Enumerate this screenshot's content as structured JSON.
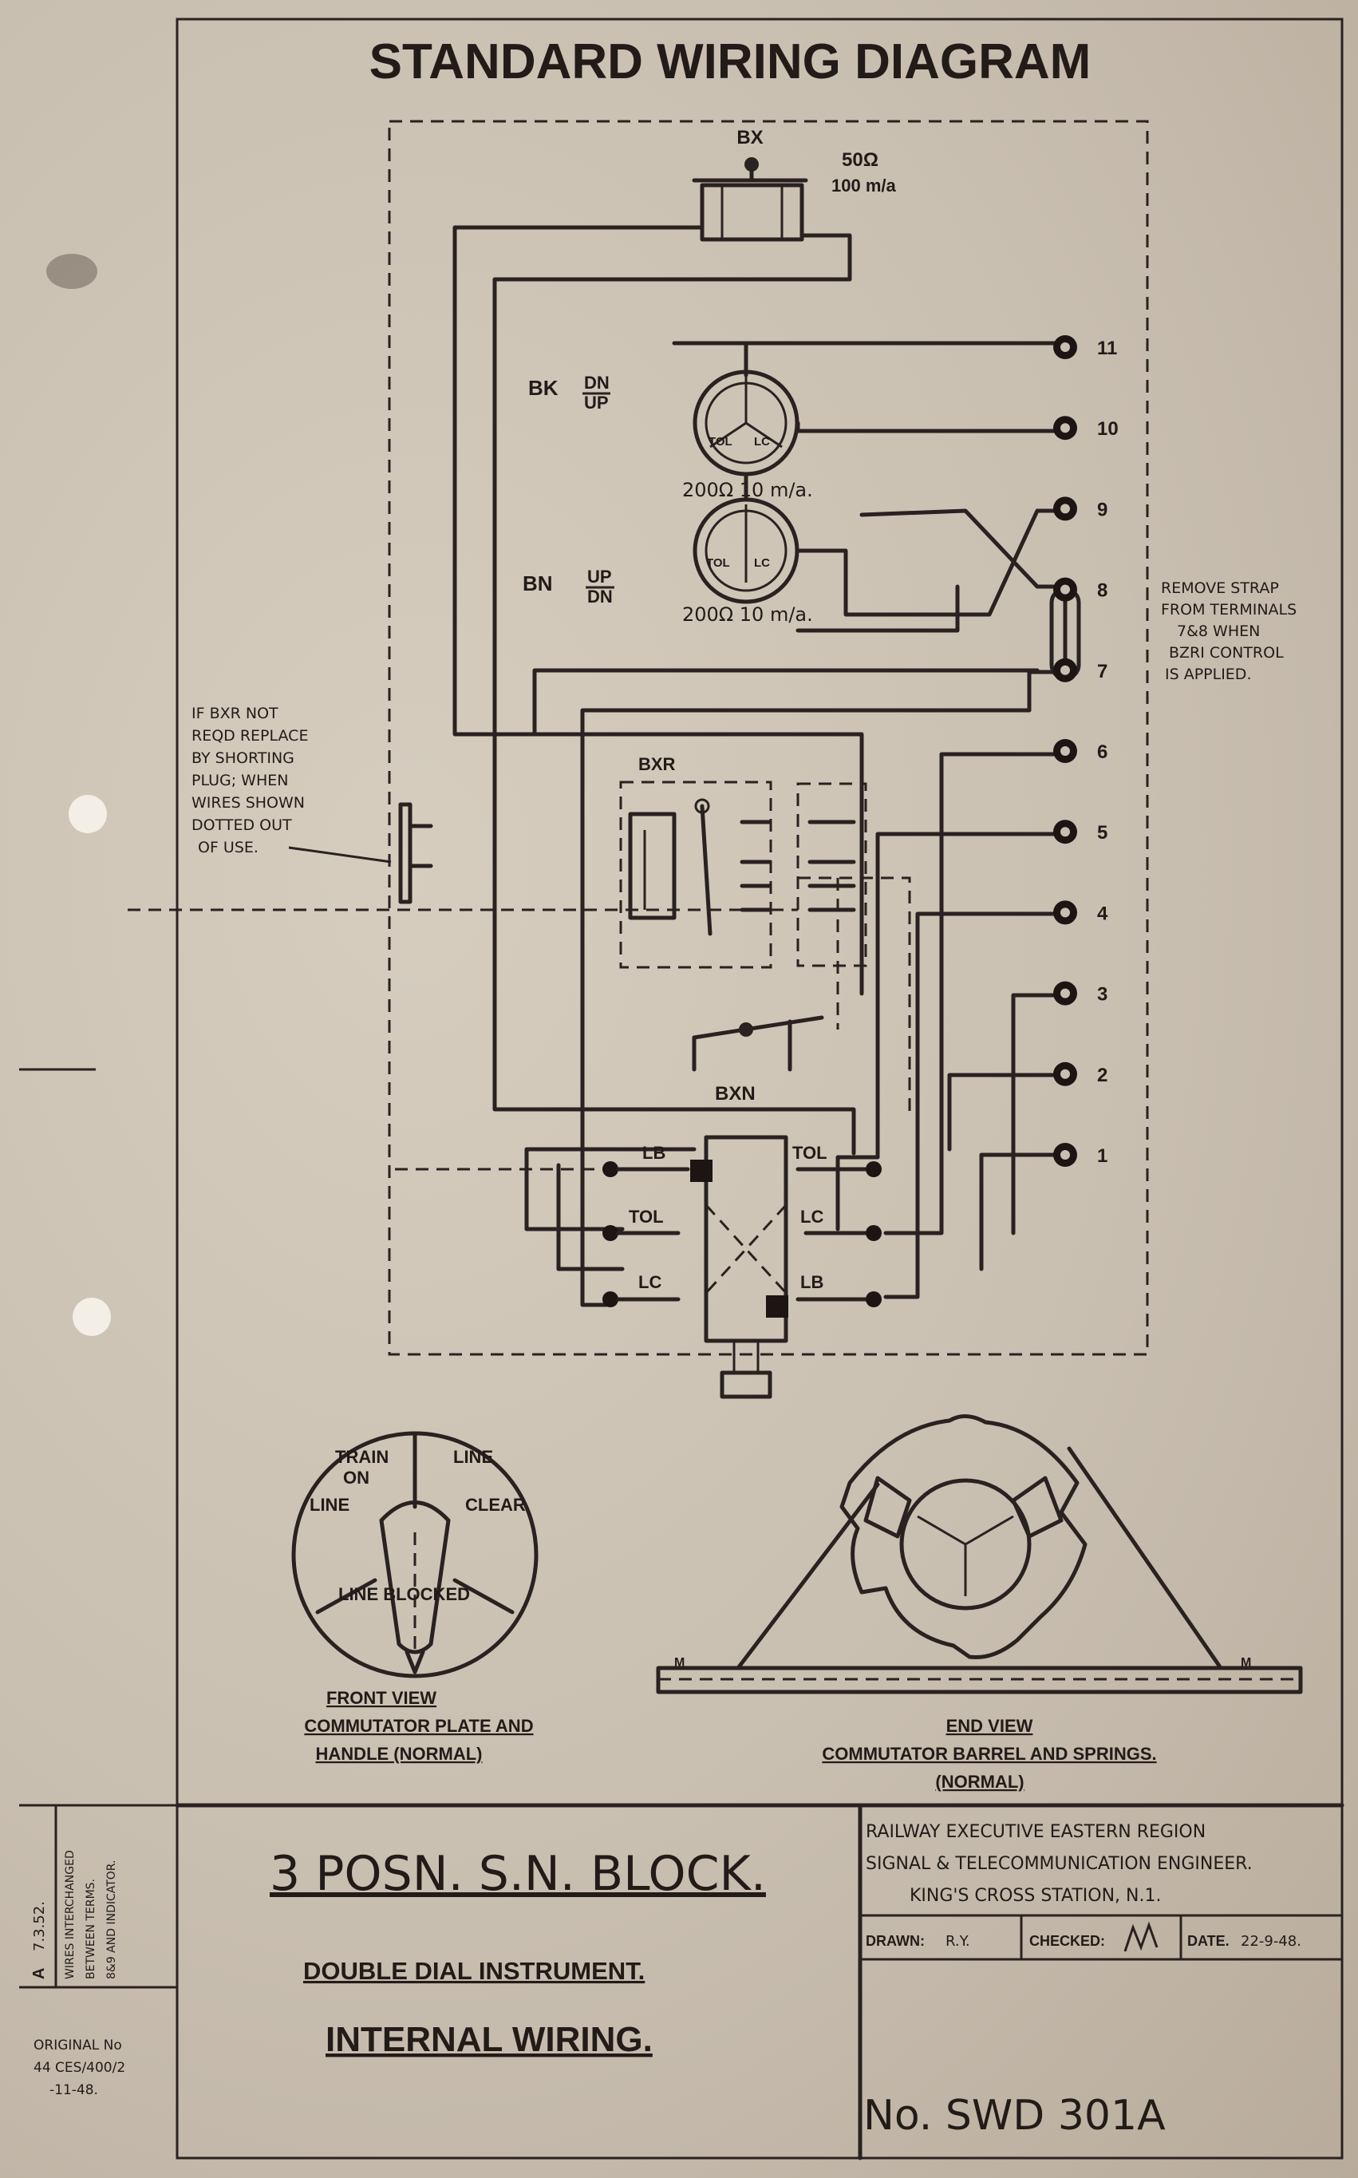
{
  "title": "STANDARD WIRING DIAGRAM",
  "components": {
    "bx": {
      "label": "BX",
      "value": "50Ω",
      "current": "100 m/a"
    },
    "bk": {
      "label": "BK",
      "dir_top": "DN",
      "dir_bottom": "UP",
      "dial_left": "TOL",
      "dial_right": "LC",
      "rating": "200Ω 10 m/a."
    },
    "bn": {
      "label": "BN",
      "dir_top": "UP",
      "dir_bottom": "DN",
      "dial_left": "TOL",
      "dial_right": "LC",
      "rating": "200Ω 10 m/a."
    },
    "bxr": {
      "label": "BXR"
    },
    "bxn": {
      "label": "BXN"
    }
  },
  "terminals": [
    "11",
    "10",
    "9",
    "8",
    "7",
    "6",
    "5",
    "4",
    "3",
    "2",
    "1"
  ],
  "commutator_labels": {
    "left": [
      "LB",
      "TOL",
      "LC"
    ],
    "right": [
      "TOL",
      "LC",
      "LB"
    ]
  },
  "notes": {
    "strap": [
      "REMOVE STRAP",
      "FROM TERMINALS",
      "7&8 WHEN",
      "BZRI CONTROL",
      "IS APPLIED."
    ],
    "bxr_note": [
      "IF BXR NOT",
      "REQD REPLACE",
      "BY SHORTING",
      "PLUG; WHEN",
      "WIRES SHOWN",
      "DOTTED OUT",
      "OF USE."
    ]
  },
  "front_view": {
    "segments": {
      "train_on_line": [
        "TRAIN",
        "ON",
        "LINE"
      ],
      "line_clear": [
        "LINE",
        "CLEAR"
      ],
      "line_blocked": "LINE BLOCKED"
    },
    "caption_1": "FRONT VIEW",
    "caption_2": "COMMUTATOR PLATE AND",
    "caption_3": "HANDLE (NORMAL)"
  },
  "end_view": {
    "caption_1": "END VIEW",
    "caption_2": "COMMUTATOR BARREL AND SPRINGS.",
    "caption_3": "(NORMAL)",
    "spring_marks": [
      "M",
      "M"
    ]
  },
  "title_block": {
    "instrument": "3 POSN. S.N. BLOCK.",
    "line_2": "DOUBLE DIAL INSTRUMENT.",
    "line_3": "INTERNAL WIRING.",
    "org_1": "RAILWAY EXECUTIVE   EASTERN REGION",
    "org_2": "SIGNAL & TELECOMMUNICATION ENGINEER.",
    "org_3": "KING'S CROSS STATION, N.1.",
    "drawn_label": "DRAWN:",
    "drawn_value": "R.Y.",
    "checked_label": "CHECKED:",
    "date_label": "DATE.",
    "date_value": "22-9-48.",
    "drawing_no": "No. SWD 301A"
  },
  "revision": {
    "mark": "A",
    "date": "7.3.52.",
    "text": [
      "WIRES INTERCHANGED",
      "BETWEEN TERMS.",
      "8&9 AND INDICATOR."
    ]
  },
  "original": [
    "ORIGINAL No",
    "44 CES/400/2",
    "-11-48."
  ]
}
